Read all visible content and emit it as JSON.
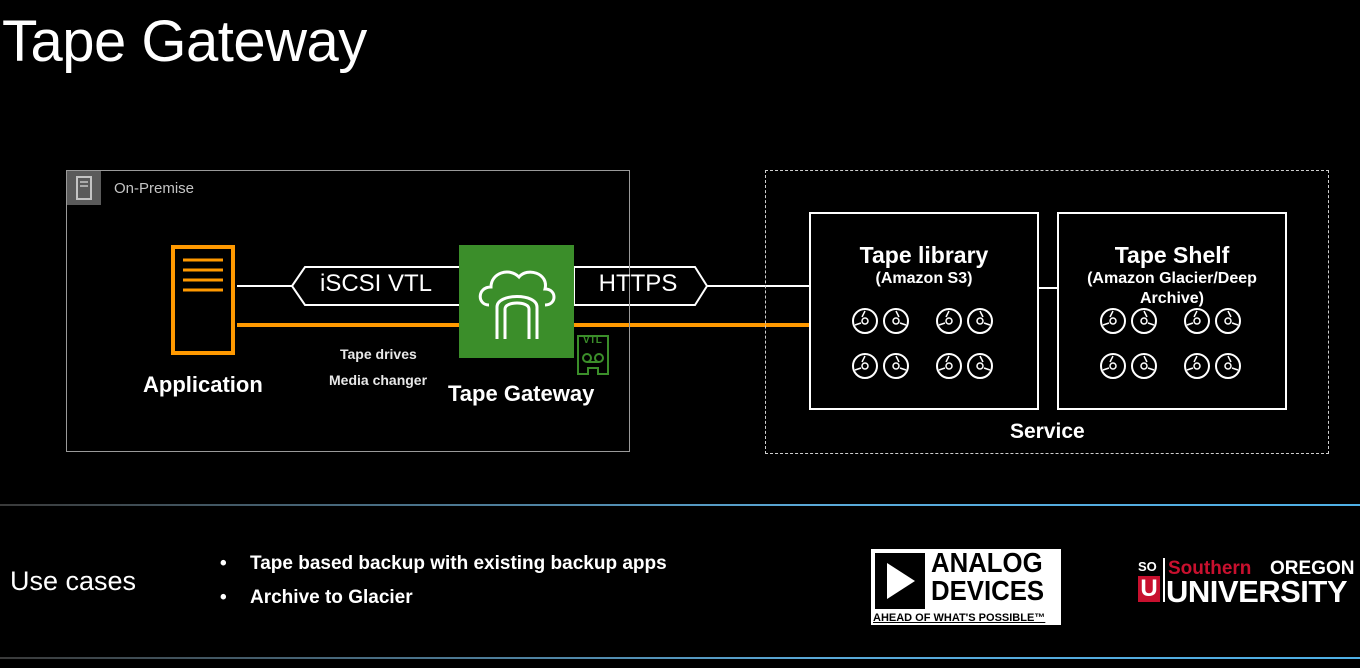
{
  "title": "Tape Gateway",
  "diagram": {
    "on_premise_label": "On-Premise",
    "application_label": "Application",
    "protocol_left": "iSCSI VTL",
    "protocol_right": "HTTPS",
    "tape_drives_label": "Tape drives",
    "media_changer_label": "Media changer",
    "gateway_label": "Tape Gateway",
    "vtl_badge": "VTL",
    "service_label": "Service",
    "tape_library": {
      "title": "Tape library",
      "subtitle": "(Amazon S3)"
    },
    "tape_shelf": {
      "title": "Tape Shelf",
      "subtitle_line1": "(Amazon Glacier/Deep",
      "subtitle_line2": "Archive)"
    },
    "colors": {
      "orange": "#ff9900",
      "gateway_green": "#3b8e2a"
    }
  },
  "use_cases": {
    "title": "Use cases",
    "items": [
      "Tape based backup with existing backup apps",
      "Archive to Glacier"
    ]
  },
  "logos": {
    "analog_devices": {
      "line1": "ANALOG",
      "line2": "DEVICES",
      "tagline": "AHEAD OF WHAT'S POSSIBLE™"
    },
    "southern_oregon": {
      "so": "SO",
      "u": "U",
      "southern": "Southern",
      "oregon": "OREGON",
      "university": "UNIVERSITY"
    }
  }
}
